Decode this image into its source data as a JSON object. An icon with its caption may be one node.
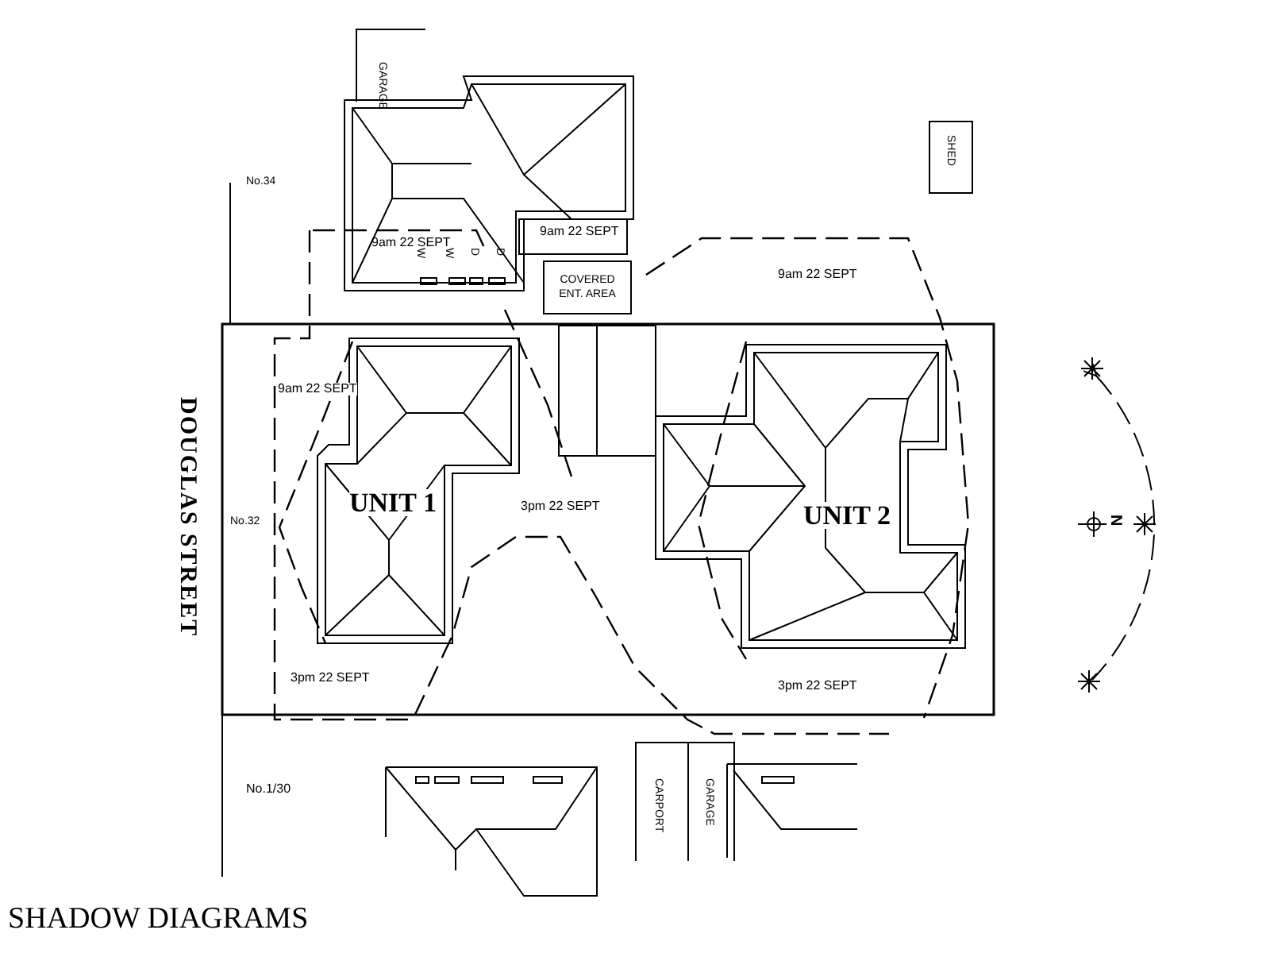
{
  "diagram": {
    "title": "SHADOW DIAGRAMS",
    "nodes": [
      {
        "text": [
          "GARAGE"
        ]
      },
      {
        "text": [
          "SHED"
        ]
      },
      {
        "text": [
          "COVERED ENT. AREA"
        ]
      },
      {
        "text": [
          "UNIT 1"
        ]
      },
      {
        "text": [
          "UNIT 2"
        ]
      },
      {
        "text": [
          "CARPORT"
        ]
      },
      {
        "text": [
          "GARAGE"
        ]
      }
    ],
    "labels": [
      "No.34",
      "9am 22 SEPT",
      "W",
      "W",
      "D",
      "D",
      "9am 22 SEPT",
      "9am 22 SEPT",
      "DOUGLAS STREET",
      "9am 22 SEPT",
      "No.32",
      "3pm 22 SEPT",
      "N",
      "3pm 22 SEPT",
      "3pm 22 SEPT",
      "No.1/30"
    ]
  }
}
